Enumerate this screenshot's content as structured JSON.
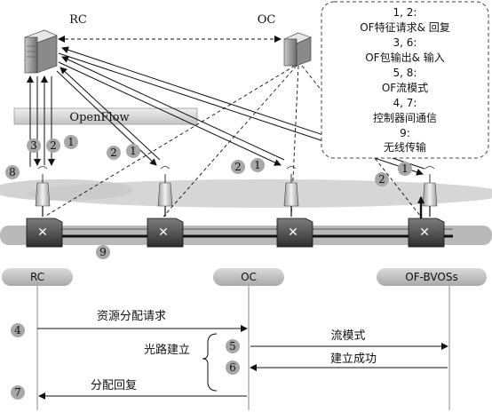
{
  "nodes": {
    "rc": "RC",
    "oc": "OC"
  },
  "openflow_label": "OpenFlow",
  "legend": [
    "1, 2:",
    "OF特征请求& 回复",
    "3, 6:",
    "OF包输出& 输入",
    "5, 8:",
    "OF流模式",
    "4, 7:",
    "控制器间通信",
    "9:",
    "无线传输"
  ],
  "step_badges_top": [
    "3",
    "2",
    "1",
    "8",
    "2",
    "1",
    "2",
    "1",
    "1",
    "2",
    "9"
  ],
  "sequence": {
    "headers": [
      "RC",
      "OC",
      "OF-BVOSs"
    ],
    "messages": [
      {
        "step": "4",
        "label": "资源分配请求"
      },
      {
        "step": "5",
        "label": "流模式"
      },
      {
        "step": "6",
        "label": "建立成功"
      },
      {
        "step": "7",
        "label": "分配回复"
      }
    ],
    "bracket_label": "光路建立"
  }
}
